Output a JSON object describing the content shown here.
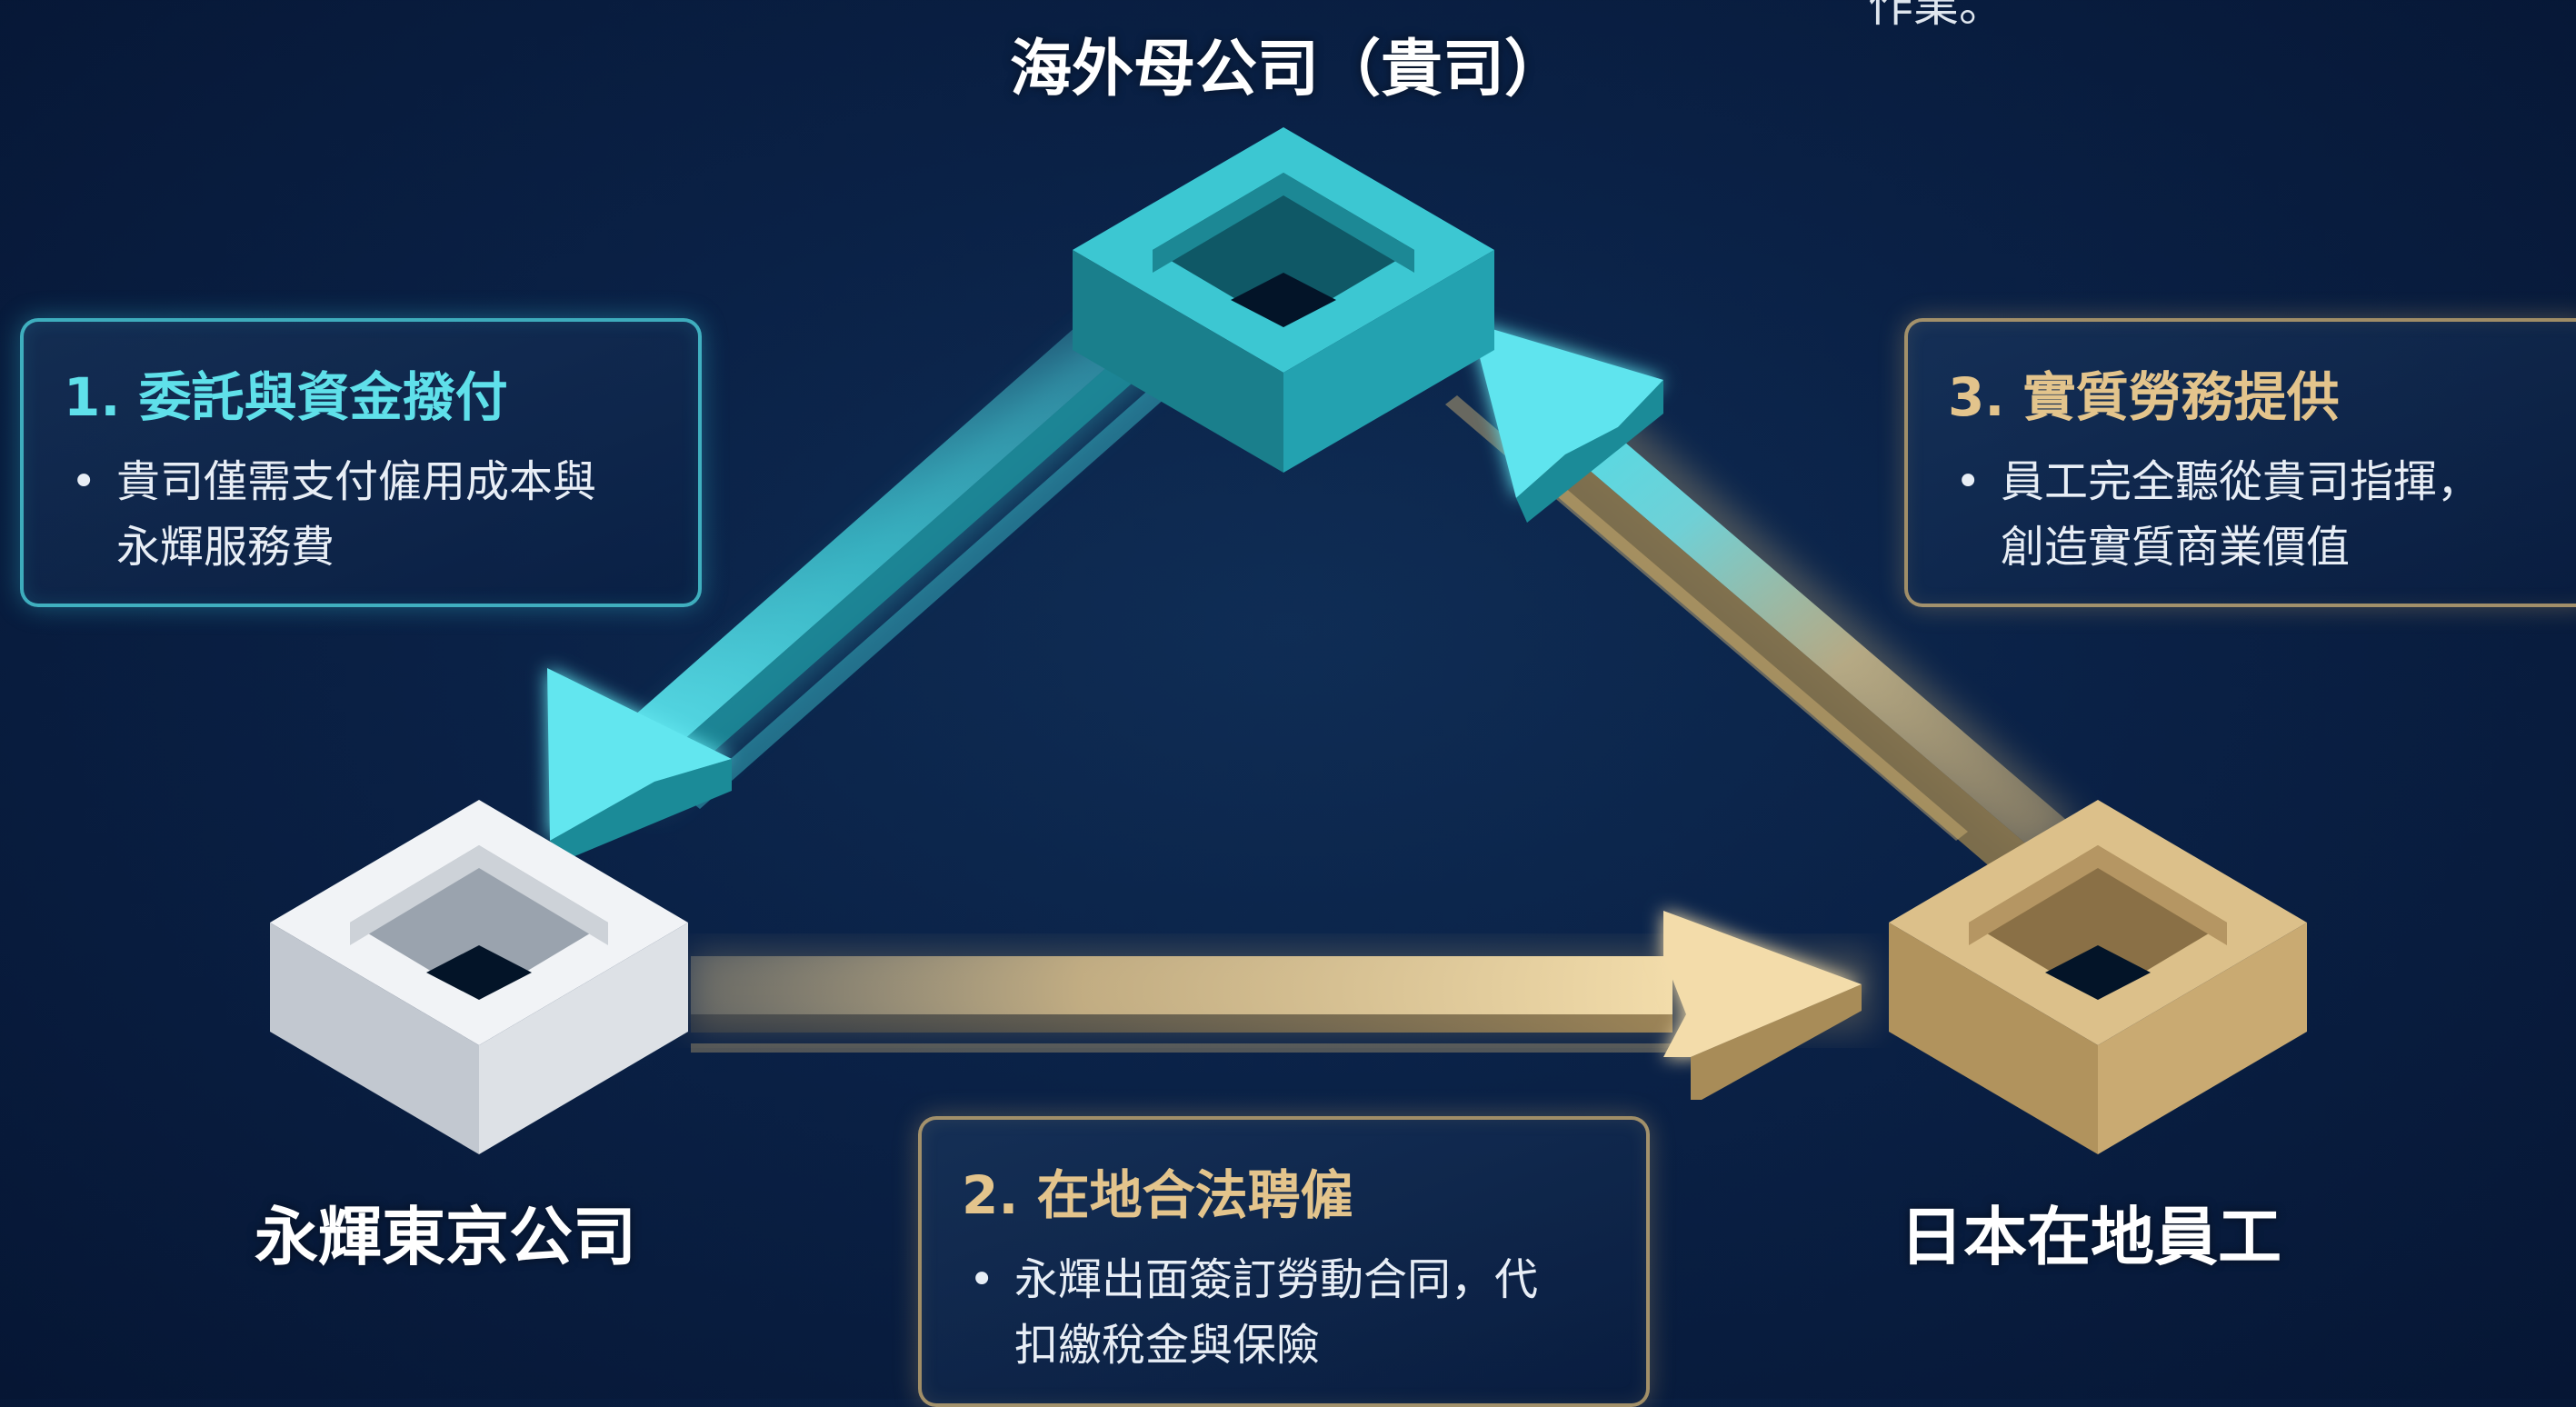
{
  "corner_text": "作業。",
  "nodes": {
    "top": "海外母公司（貴司）",
    "left": "永輝東京公司",
    "right": "日本在地員工"
  },
  "cards": [
    {
      "title": "1. 委託與資金撥付",
      "text": "貴司僅需支付僱用成本與\n永輝服務費"
    },
    {
      "title": "2. 在地合法聘僱",
      "text": "永輝出面簽訂勞動合同，代\n扣繳稅金與保險"
    },
    {
      "title": "3. 實質勞務提供",
      "text": "員工完全聽從貴司指揮，\n創造實質商業價值"
    }
  ],
  "colors": {
    "cyan": "#3fc8d4",
    "gold": "#d8b878",
    "white": "#f2f4f7",
    "background": "#0a2146"
  },
  "icons": {
    "top": "cyan-square-ring-icon",
    "left": "white-square-ring-icon",
    "right": "gold-square-ring-icon"
  }
}
